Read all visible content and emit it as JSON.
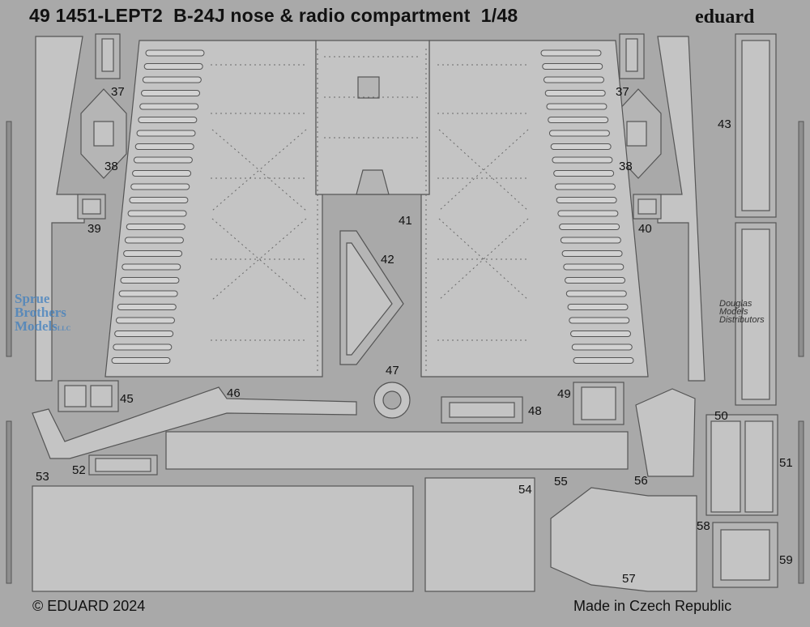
{
  "header": {
    "code": "49 1451-LEPT2",
    "title": "B-24J nose & radio compartment",
    "scale": "1/48",
    "brand": "eduard"
  },
  "footer": {
    "copyright": "© EDUARD 2024",
    "origin": "Made in Czech Republic"
  },
  "watermarks": {
    "left": [
      "Sprue",
      "Brothers",
      "Models"
    ],
    "left_suffix": "LLC",
    "right": [
      "Douglas",
      "Models",
      "Distributors"
    ]
  },
  "part_labels": [
    "37",
    "37",
    "38",
    "38",
    "39",
    "40",
    "41",
    "42",
    "43",
    "45",
    "46",
    "47",
    "48",
    "49",
    "50",
    "51",
    "52",
    "53",
    "54",
    "55",
    "56",
    "57",
    "58",
    "59"
  ],
  "colors": {
    "sheet": "#a9a9a9",
    "frame": "#8e8e8e",
    "etch": "#c4c4c4",
    "line": "#555555",
    "text": "#111111"
  }
}
